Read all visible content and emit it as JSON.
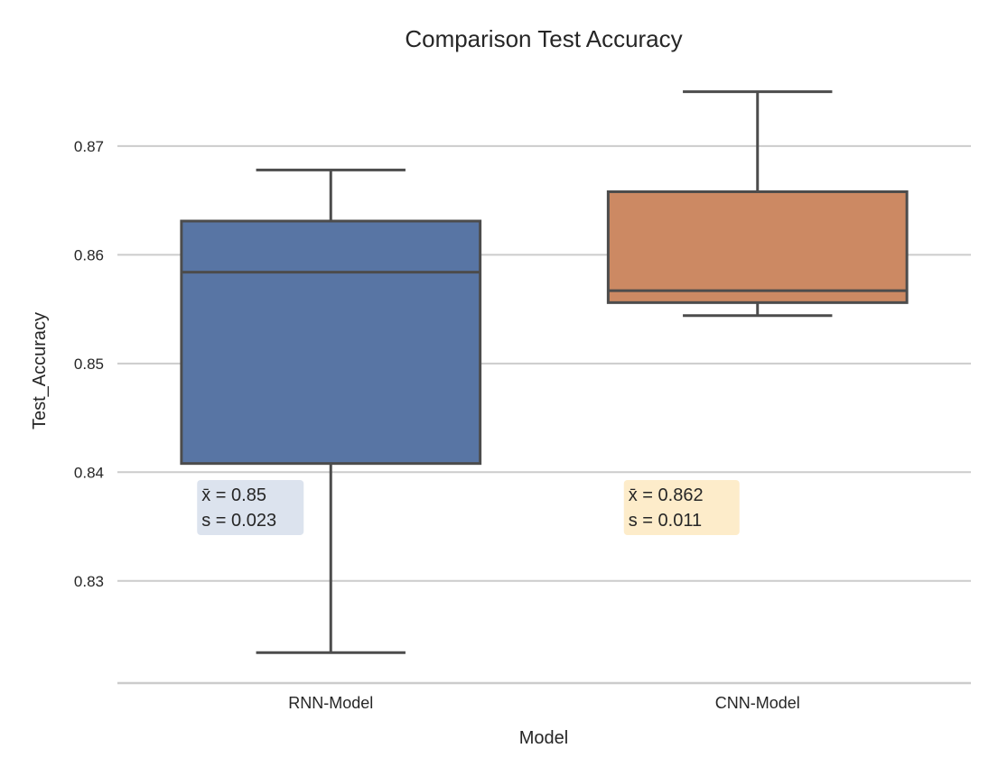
{
  "chart_data": {
    "type": "box",
    "title": "Comparison Test Accuracy",
    "xlabel": "Model",
    "ylabel": "Test_Accuracy",
    "ylim": [
      0.8206,
      0.8758
    ],
    "yticks": [
      0.83,
      0.84,
      0.85,
      0.86,
      0.87
    ],
    "ytick_labels": [
      "0.83",
      "0.84",
      "0.85",
      "0.86",
      "0.87"
    ],
    "grid": "horizontal",
    "categories": [
      "RNN-Model",
      "CNN-Model"
    ],
    "boxes": [
      {
        "category": "RNN-Model",
        "whisker_low": 0.8234,
        "q1": 0.8408,
        "median": 0.8584,
        "q3": 0.8631,
        "whisker_high": 0.8678,
        "color": "#5875a4",
        "annotation": {
          "mean_label": "x̄ = 0.85",
          "sd_label": "s = 0.023",
          "bg": "#dce3ee"
        }
      },
      {
        "category": "CNN-Model",
        "whisker_low": 0.8544,
        "q1": 0.8556,
        "median": 0.8567,
        "q3": 0.8658,
        "whisker_high": 0.875,
        "color": "#cc8963",
        "annotation": {
          "mean_label": "x̄ = 0.862",
          "sd_label": "s = 0.011",
          "bg": "#fdecca"
        }
      }
    ],
    "edge_color": "#4c4c4c",
    "grid_color": "#cccccc"
  }
}
